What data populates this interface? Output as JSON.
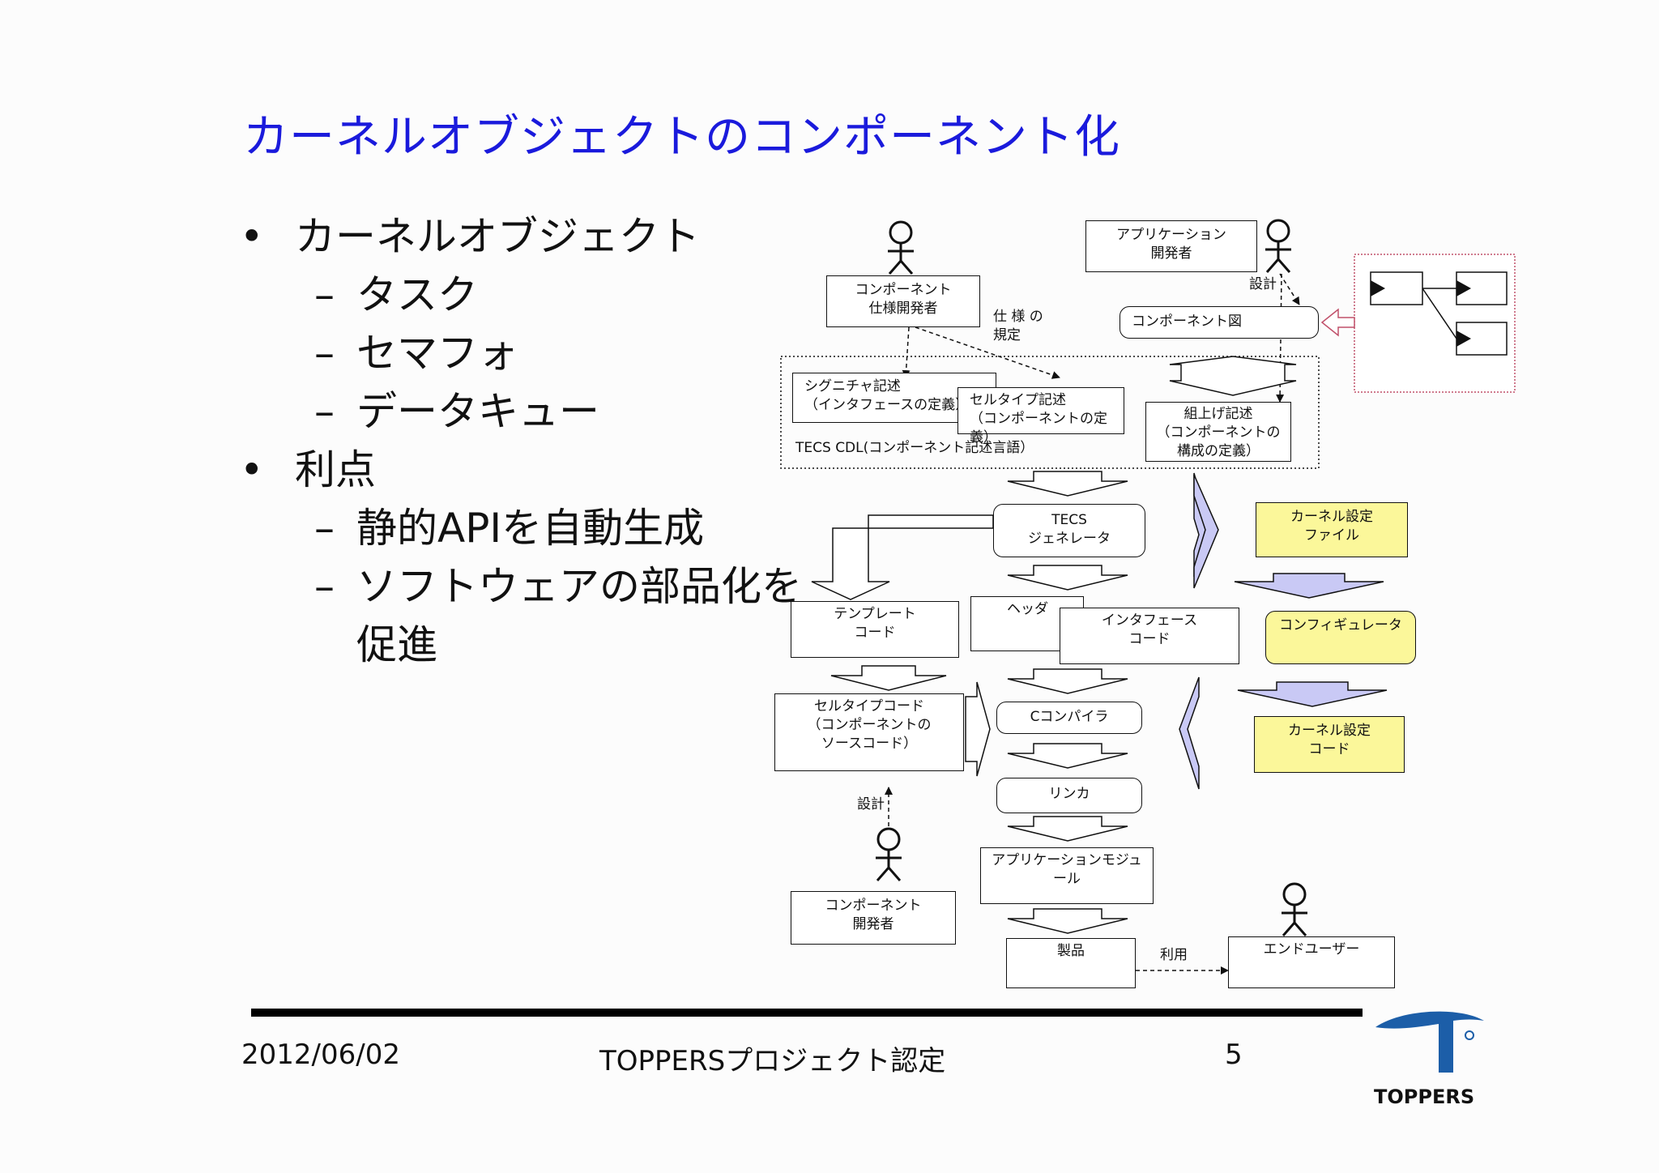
{
  "slide": {
    "title": "カーネルオブジェクトのコンポーネント化",
    "bullets": [
      {
        "mark": "•",
        "text": "カーネルオブジェクト",
        "sub": [
          "タスク",
          "セマフォ",
          "データキュー"
        ]
      },
      {
        "mark": "•",
        "text": "利点",
        "sub": [
          "静的APIを自動生成",
          "ソフトウェアの部品化を",
          "促進"
        ]
      }
    ],
    "sub_mark": "–"
  },
  "diagram": {
    "spec_dev": "コンポーネント\n仕様開発者",
    "app_dev": "アプリケーション\n開発者",
    "design_top": "設計",
    "spec_rule": "仕 様 の\n規定",
    "comp_diagram": "コンポーネント図",
    "signature": "シグニチャ記述\n（インタフェースの定義）",
    "celltype": "セルタイプ記述\n（コンポーネントの定義）",
    "build": "組上げ記述\n（コンポーネントの\n構成の定義）",
    "tecs_cdl": "TECS CDL(コンポーネント記述言語）",
    "tecs_gen": "TECS\nジェネレータ",
    "kernel_cfg_file": "カーネル設定\nファイル",
    "configurator": "コンフィギュレータ",
    "kernel_cfg_code": "カーネル設定\nコード",
    "template": "テンプレート\nコード",
    "header": "ヘッダ",
    "interface_code": "インタフェース\nコード",
    "celltype_code": "セルタイプコード\n（コンポーネントの\nソースコード）",
    "c_compiler": "Cコンパイラ",
    "linker": "リンカ",
    "app_module": "アプリケーションモジュ\nール",
    "design_bottom": "設計",
    "comp_dev": "コンポーネント\n開発者",
    "product": "製品",
    "use": "利用",
    "end_user": "エンドユーザー"
  },
  "footer": {
    "date": "2012/06/02",
    "center": "TOPPERSプロジェクト認定",
    "page": "5",
    "logo_text": "TOPPERS"
  },
  "colors": {
    "title": "#1a1adc",
    "yellow": "#fbf79a",
    "arrow_blue": "#c9c9f5",
    "logo_blue": "#1c5ea8",
    "dotted_red": "#c0506a"
  }
}
